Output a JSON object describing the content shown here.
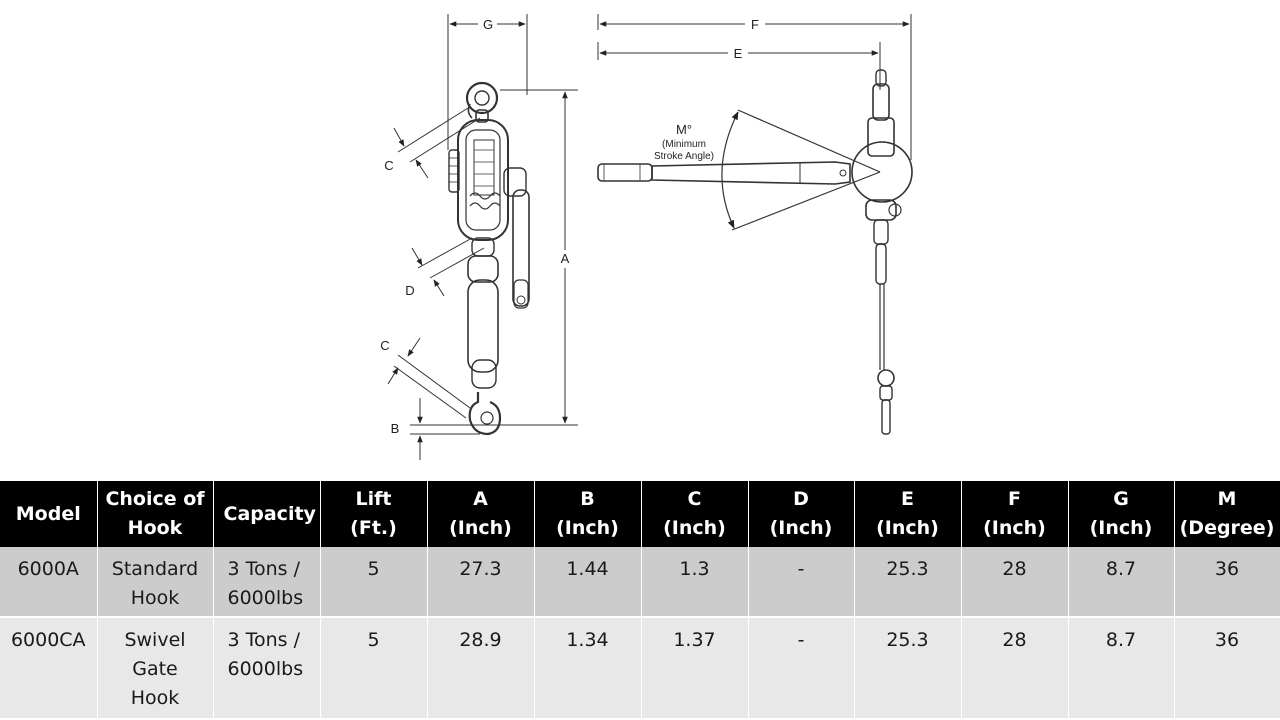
{
  "diagram": {
    "labels": {
      "g": "G",
      "f": "F",
      "e": "E",
      "c_top": "C",
      "d": "D",
      "c_bottom": "C",
      "a": "A",
      "b": "B",
      "m": "M°",
      "m_note_1": "(Minimum",
      "m_note_2": "Stroke Angle)"
    }
  },
  "table": {
    "headers": [
      "Model",
      "Choice of\nHook",
      "Capacity",
      "Lift\n(Ft.)",
      "A\n(Inch)",
      "B\n(Inch)",
      "C\n(Inch)",
      "D\n(Inch)",
      "E\n(Inch)",
      "F\n(Inch)",
      "G\n(Inch)",
      "M\n(Degree)"
    ],
    "rows": [
      [
        "6000A",
        "Standard\nHook",
        "3 Tons /\n6000lbs",
        "5",
        "27.3",
        "1.44",
        "1.3",
        "-",
        "25.3",
        "28",
        "8.7",
        "36"
      ],
      [
        "6000CA",
        "Swivel\nGate\nHook",
        "3 Tons /\n6000lbs",
        "5",
        "28.9",
        "1.34",
        "1.37",
        "-",
        "25.3",
        "28",
        "8.7",
        "36"
      ]
    ]
  }
}
